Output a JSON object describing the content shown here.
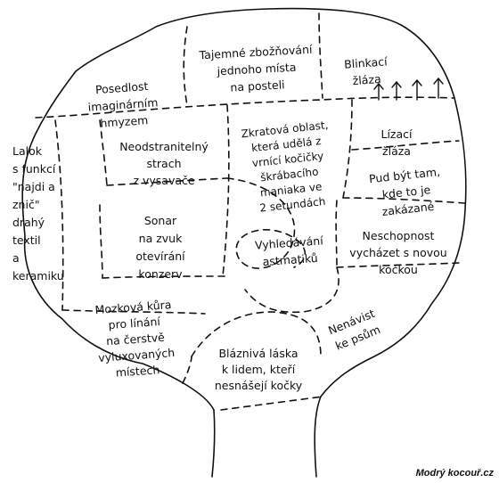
{
  "regions": {
    "secret_worship": "Tajemné zbožňování\njednoho místa\nna posteli",
    "blink_gland": "Blinkací\nžláza",
    "imaginary_insects": "Posedlost\nimaginárním\nhmyzem",
    "lick_gland": "Lízací\nžláza",
    "lobe_yarn": "Lalok\ns funkcí\n\"najdi a\nznič\"\ndrahý\ntextil\na\nkeramiku",
    "vacuum_fear": "Neodstranitelný\nstrach\nz vysavače",
    "purr_area": "Zkratová oblast,\nkterá udělá z\nvrnící kočičky\nškrábacího\nmaniaka ve\n2 setundách",
    "forbidden_place": "Pud být tam,\nkde to je\nzakázané",
    "can_sonar": "Sonar\nna zvuk\notevírání\nkonzerv",
    "asthmatic_search": "Vyhledávání\nastmatiků",
    "cat_get_along": "Neschopnost\nvycházet s novou\nkočkou",
    "shedding_cortex": "Mozková kůra\npro línání\nna čerstvě\nvyluxovaných\nmístech",
    "dog_hate": "Nenávist\nke psům",
    "crazy_love": "Bláznivá láska\nk lidem, kteří\nnesnášejí kočky"
  },
  "credit": "Modrý kocouř.cz"
}
